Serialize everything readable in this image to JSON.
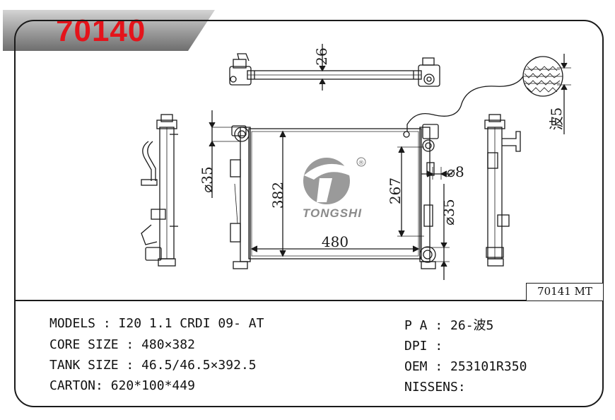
{
  "title": "70140",
  "part_code": "70141 MT",
  "brand": "TONGSHI",
  "registered_mark": "®",
  "dimensions": {
    "top_height": "26",
    "wave": "波5",
    "inlet_dia": "⌀35",
    "core_height": "382",
    "core_width": "480",
    "tank_height": "267",
    "small_dia": "⌀8",
    "outlet_dia": "⌀35"
  },
  "specs_left": [
    {
      "label": "MODELS",
      "sep": " : ",
      "value": "I20 1.1 CRDI 09- AT"
    },
    {
      "label": "CORE SIZE",
      "sep": " : ",
      "value": "480×382"
    },
    {
      "label": "TANK SIZE",
      "sep": " : ",
      "value": "46.5/46.5×392.5"
    },
    {
      "label": "CARTON",
      "sep": ": ",
      "value": "620*100*449"
    }
  ],
  "specs_right": [
    {
      "label": "P A",
      "sep": " : ",
      "value": "26-波5"
    },
    {
      "label": "DPI",
      "sep": " : ",
      "value": ""
    },
    {
      "label": "OEM",
      "sep": " : ",
      "value": "253101R350"
    },
    {
      "label": "NISSENS",
      "sep": ":",
      "value": ""
    }
  ]
}
